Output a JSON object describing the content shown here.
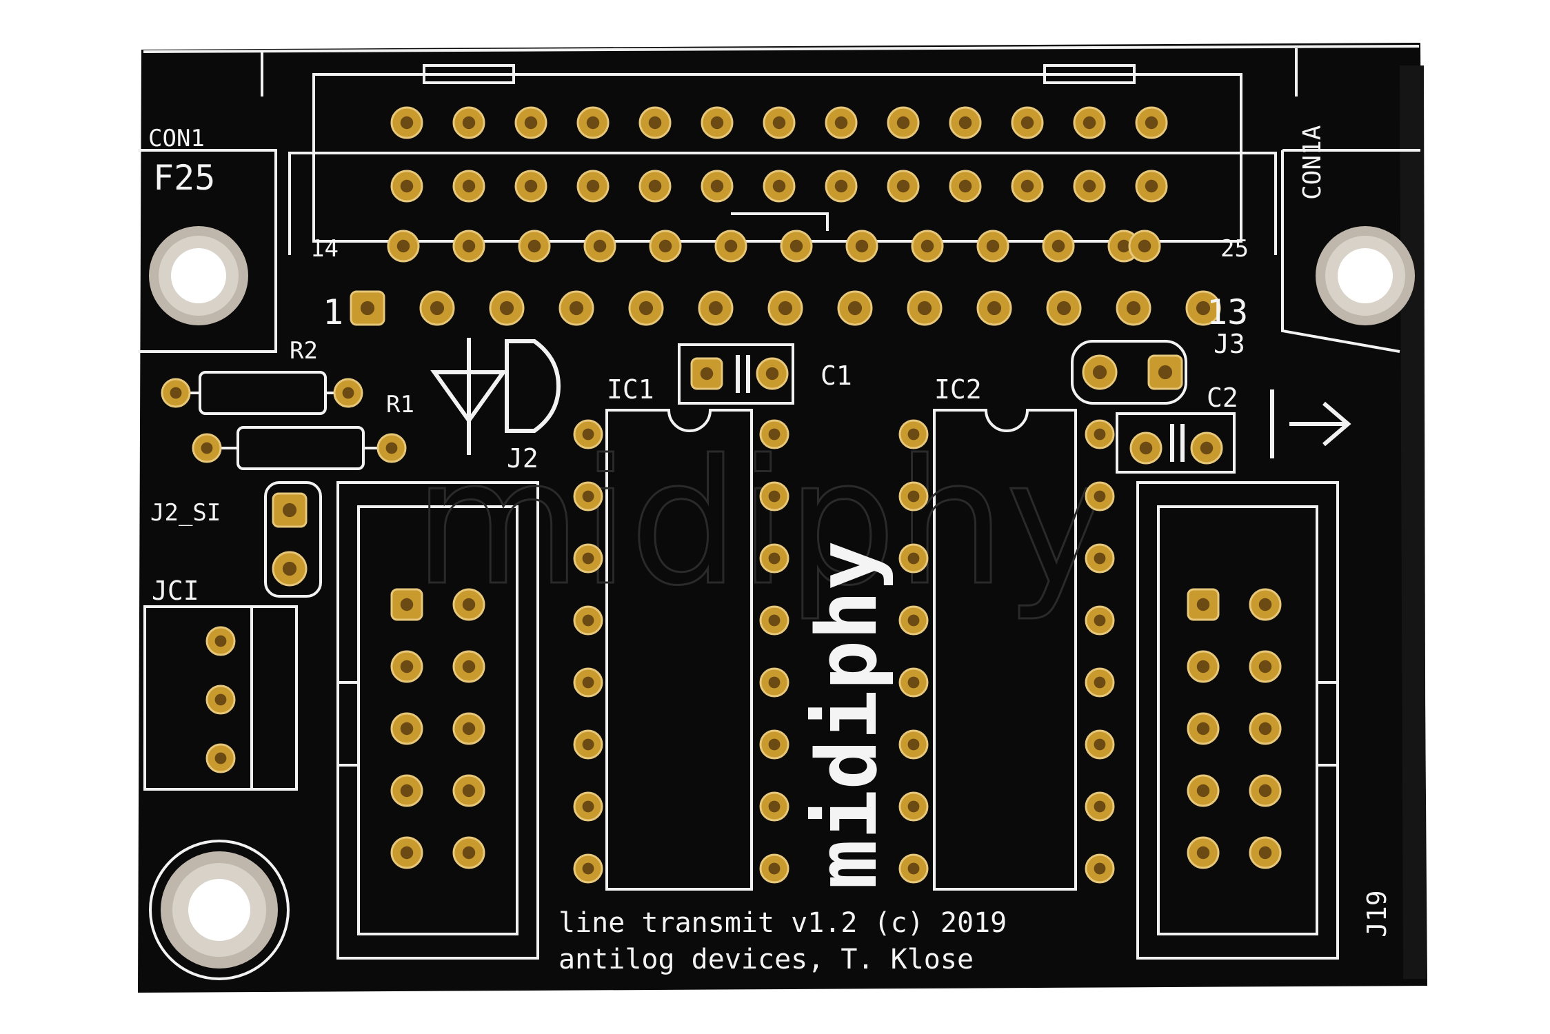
{
  "board": {
    "colors": {
      "solder_mask": "#0a0a0a",
      "silkscreen": "#f2f2f2",
      "pad": "#c99a2e",
      "hole_ring": "#bfb7ac"
    },
    "brand": "midiphy",
    "footer": {
      "line1": "line transmit v1.2 (c) 2019",
      "line2": "antilog devices, T. Klose"
    },
    "labels": {
      "con1": "CON1",
      "f25": "F25",
      "con1a": "CON1A",
      "pin1": "1",
      "pin13": "13",
      "pin14": "14",
      "pin25": "25",
      "r2": "R2",
      "r1": "R1",
      "j2": "J2",
      "j2_si": "J2_SI",
      "jci": "JCI",
      "ic1": "IC1",
      "ic2": "IC2",
      "c1": "C1",
      "c2": "C2",
      "j3": "J3",
      "j19": "J19"
    }
  }
}
